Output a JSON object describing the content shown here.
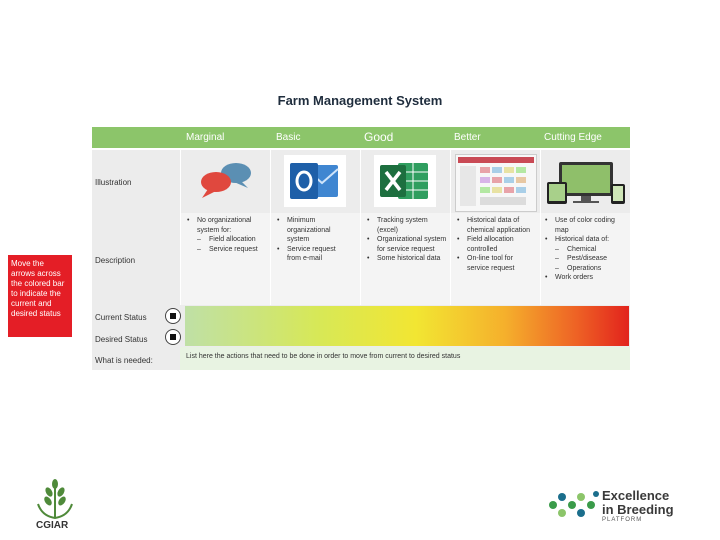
{
  "title": "Farm Management System",
  "levels": [
    "Marginal",
    "Basic",
    "Good",
    "Better",
    "Cutting Edge"
  ],
  "rows": {
    "illustration": "Illustration",
    "description": "Description",
    "current_status": "Current Status",
    "desired_status": "Desired Status",
    "what_is_needed": "What is needed:"
  },
  "descriptions": {
    "marginal": [
      {
        "type": "bullet",
        "text": "No organizational system for:"
      },
      {
        "type": "dash",
        "text": "Field allocation"
      },
      {
        "type": "dash",
        "text": "Service request"
      }
    ],
    "basic": [
      {
        "type": "bullet",
        "text": "Minimum organizational system"
      },
      {
        "type": "bullet",
        "text": "Service request from e-mail"
      }
    ],
    "good": [
      {
        "type": "bullet",
        "text": "Tracking system (excel)"
      },
      {
        "type": "bullet",
        "text": "Organizational system for service request"
      },
      {
        "type": "bullet",
        "text": "Some historical data"
      }
    ],
    "better": [
      {
        "type": "bullet",
        "text": "Historical data of chemical application"
      },
      {
        "type": "bullet",
        "text": "Field allocation controlled"
      },
      {
        "type": "bullet",
        "text": "On-line tool for service request"
      }
    ],
    "cutting_edge": [
      {
        "type": "bullet",
        "text": "Use of color coding map"
      },
      {
        "type": "bullet",
        "text": "Historical data of:"
      },
      {
        "type": "dash",
        "text": "Chemical"
      },
      {
        "type": "dash",
        "text": "Pest/disease"
      },
      {
        "type": "dash",
        "text": "Operations"
      },
      {
        "type": "bullet",
        "text": "Work orders"
      }
    ]
  },
  "instruction": "Move the arrows across the colored bar to indicate the current and desired status",
  "needed_text": "List here the actions that need to be done in order to move from current to desired status",
  "logos": {
    "cgiar": "CGIAR",
    "eib_line1": "Excellence",
    "eib_line2": "in Breeding",
    "eib_line3": "PLATFORM"
  },
  "colors": {
    "header_green": "#8cc56a",
    "instruction_red": "#e41e26",
    "bar_start": "#bfe0a6",
    "bar_end": "#e2231d"
  }
}
